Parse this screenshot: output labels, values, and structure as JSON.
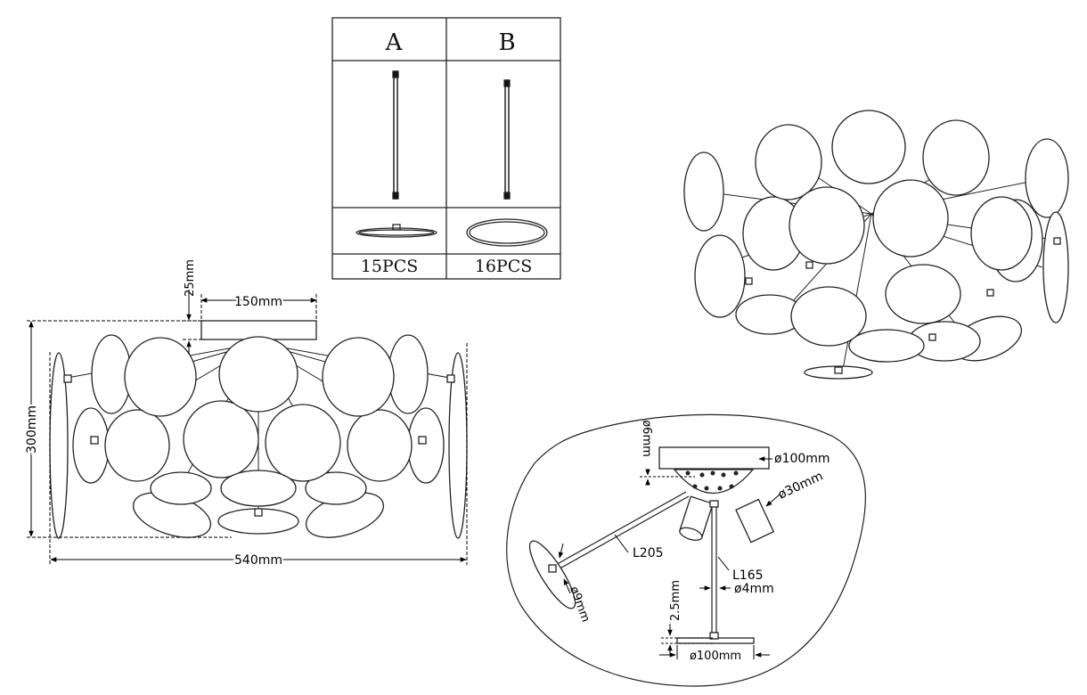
{
  "parts_table": {
    "col_a_header": "A",
    "col_b_header": "B",
    "col_a_qty": "15PCS",
    "col_b_qty": "16PCS"
  },
  "front_view": {
    "canopy_height": "25mm",
    "canopy_width": "150mm",
    "total_height": "300mm",
    "total_width": "540mm"
  },
  "detail_view": {
    "pin_diameter": "ø6mm",
    "canopy_diameter": "ø100mm",
    "lamp_diameter": "ø30mm",
    "arm_long": "L205",
    "arm_short": "L165",
    "rod_diameter": "ø4mm",
    "disc_thickness": "2.5mm",
    "end_disc_diameter": "ø9mm",
    "disc_diameter": "ø100mm"
  }
}
